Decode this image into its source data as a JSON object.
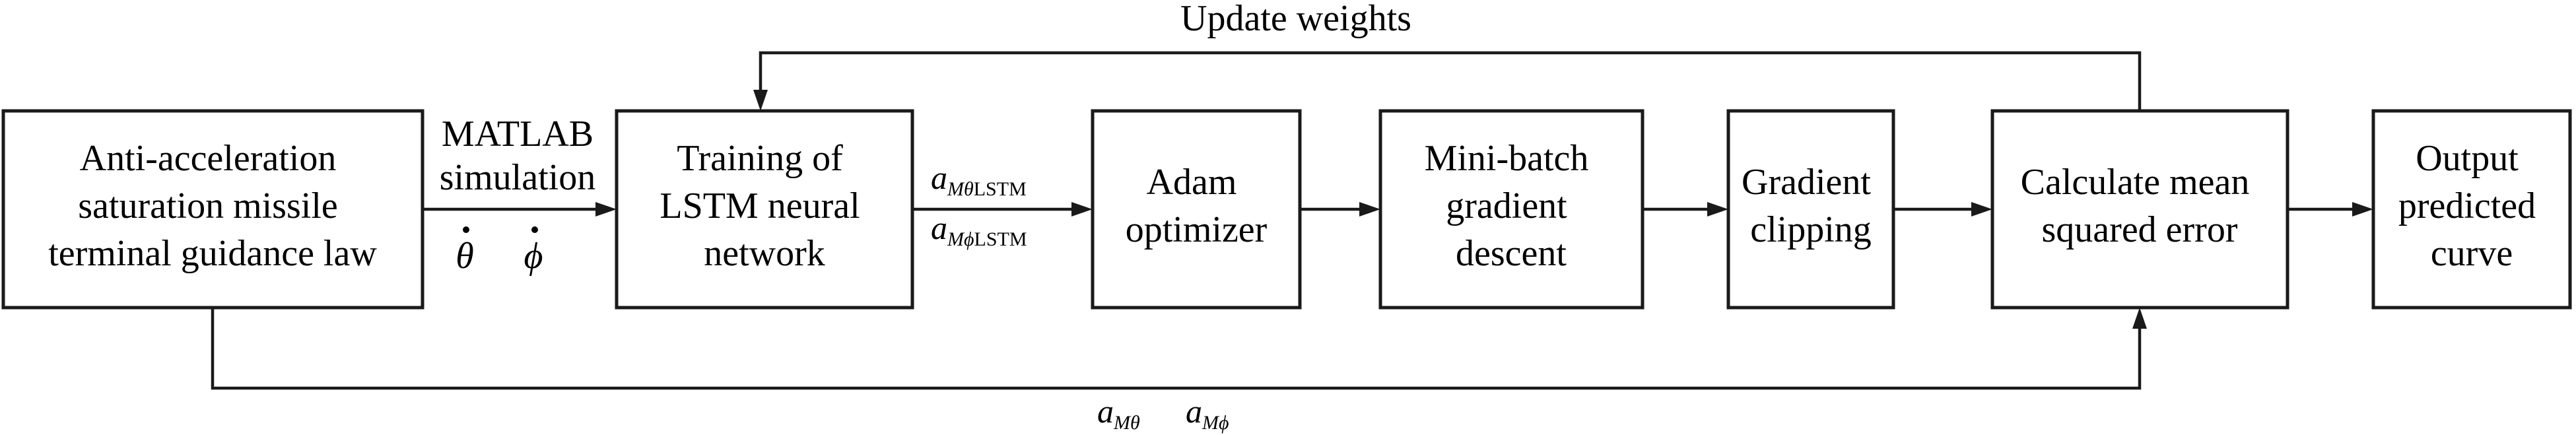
{
  "feedback": {
    "label": "Update weights"
  },
  "boxes": [
    {
      "id": "guidance-law",
      "lines": [
        "Anti-acceleration",
        "saturation missile",
        "terminal guidance law"
      ]
    },
    {
      "id": "lstm-training",
      "lines": [
        "Training of",
        "LSTM neural",
        "network"
      ]
    },
    {
      "id": "adam",
      "lines": [
        "Adam",
        "optimizer"
      ]
    },
    {
      "id": "minibatch",
      "lines": [
        "Mini-batch",
        "gradient",
        "descent"
      ]
    },
    {
      "id": "clipping",
      "lines": [
        "Gradient",
        "clipping"
      ]
    },
    {
      "id": "mse",
      "lines": [
        "Calculate mean",
        "squared error"
      ]
    },
    {
      "id": "output",
      "lines": [
        "Output",
        "predicted",
        "curve"
      ]
    }
  ],
  "edge1": {
    "line1": "MATLAB",
    "line2": "simulation",
    "var1": "θ",
    "var2": "ϕ"
  },
  "edge2": {
    "label1": {
      "base": "a",
      "sub_main": "Mθ",
      "sub_tail": "LSTM"
    },
    "label2": {
      "base": "a",
      "sub_main": "Mϕ",
      "sub_tail": "LSTM"
    }
  },
  "bottom": {
    "label1": {
      "base": "a",
      "sub": "Mθ"
    },
    "label2": {
      "base": "a",
      "sub": "Mϕ"
    }
  }
}
